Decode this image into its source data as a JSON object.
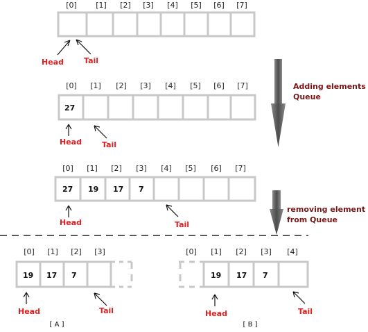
{
  "indices": {
    "q1": [
      "[0]",
      "[1]",
      "[2]",
      "[3]",
      "[4]",
      "[5]",
      "[6]",
      "[7]"
    ],
    "q2": [
      "[0]",
      "[1]",
      "[2]",
      "[3]",
      "[4]",
      "[5]",
      "[6]",
      "[7]"
    ],
    "q3": [
      "[0]",
      "[1]",
      "[2]",
      "[3]",
      "[4]",
      "[5]",
      "[6]",
      "[7]"
    ],
    "qa": [
      "[0]",
      "[1]",
      "[2]",
      "[3]"
    ],
    "qb": [
      "[0]",
      "[1]",
      "[2]",
      "[3]",
      "[4]"
    ]
  },
  "values": {
    "q2": [
      "27"
    ],
    "q3": [
      "27",
      "19",
      "17",
      "7"
    ],
    "qa": [
      "19",
      "17",
      "7"
    ],
    "qb": [
      "19",
      "17",
      "7"
    ]
  },
  "pointers": {
    "head": "Head",
    "tail": "Tail"
  },
  "captions": {
    "adding": [
      "Adding elements to",
      "Queue"
    ],
    "removing": [
      "removing element",
      "from Queue"
    ]
  },
  "labels": {
    "a": "[ A ]",
    "b": "[ B ]"
  },
  "colors": {
    "pointer_text": "#e02020",
    "caption_text": "#7a1515",
    "cell_border": "#c8c8c8",
    "arrow_fill": "#4d4d4d"
  }
}
